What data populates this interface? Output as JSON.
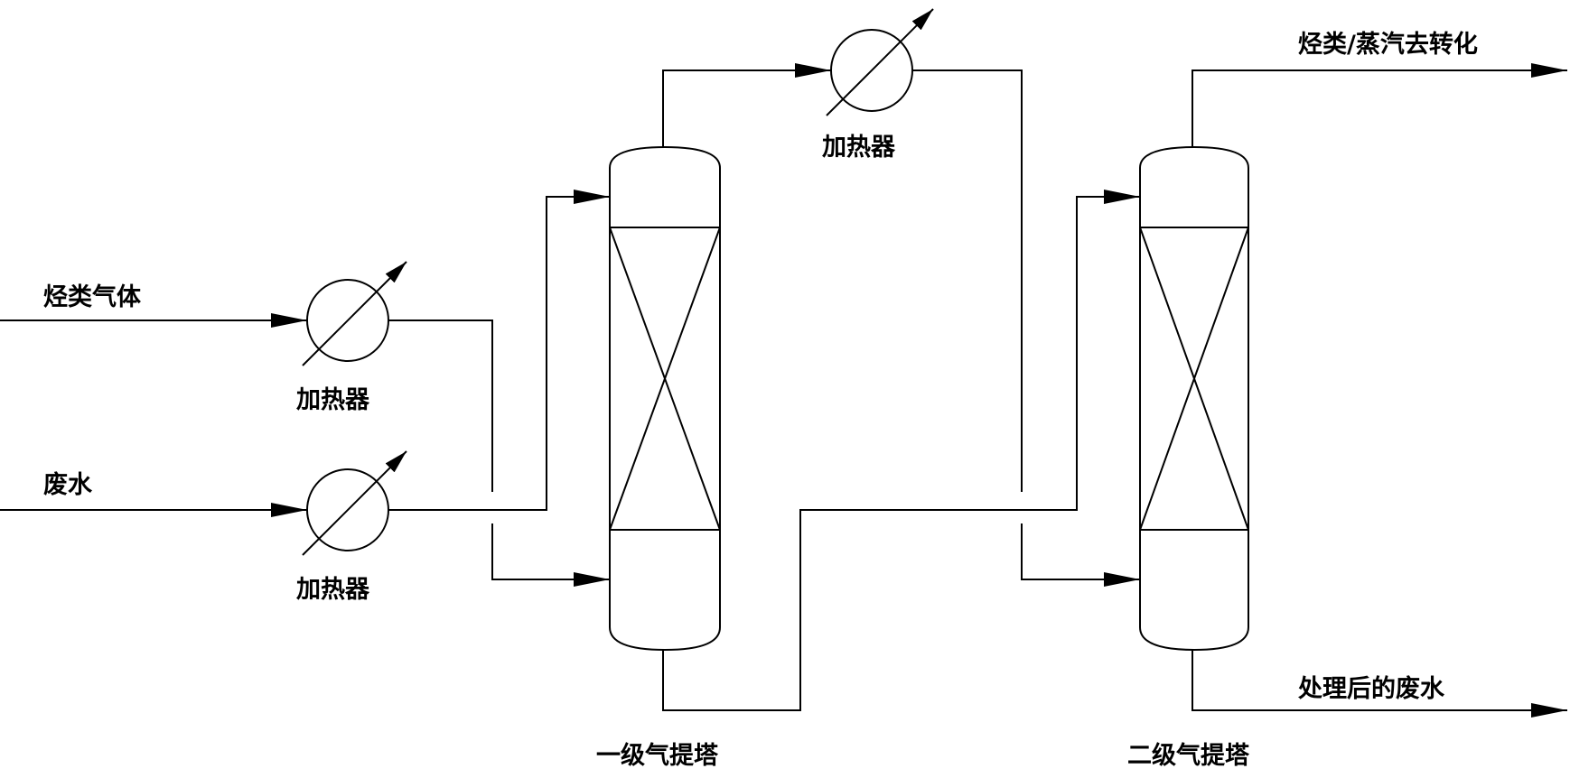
{
  "labels": {
    "input_gas": "烃类气体",
    "input_water": "废水",
    "heater_gas": "加热器",
    "heater_water": "加热器",
    "heater_top": "加热器",
    "output_gas": "烃类/蒸汽去转化",
    "output_water": "处理后的废水",
    "tower1": "一级气提塔",
    "tower2": "二级气提塔"
  },
  "colors": {
    "line": "#000000",
    "background": "#ffffff"
  },
  "icons": {
    "heater": "heat-exchanger-icon",
    "column": "packed-column-icon",
    "arrow": "flow-arrowhead-icon"
  }
}
